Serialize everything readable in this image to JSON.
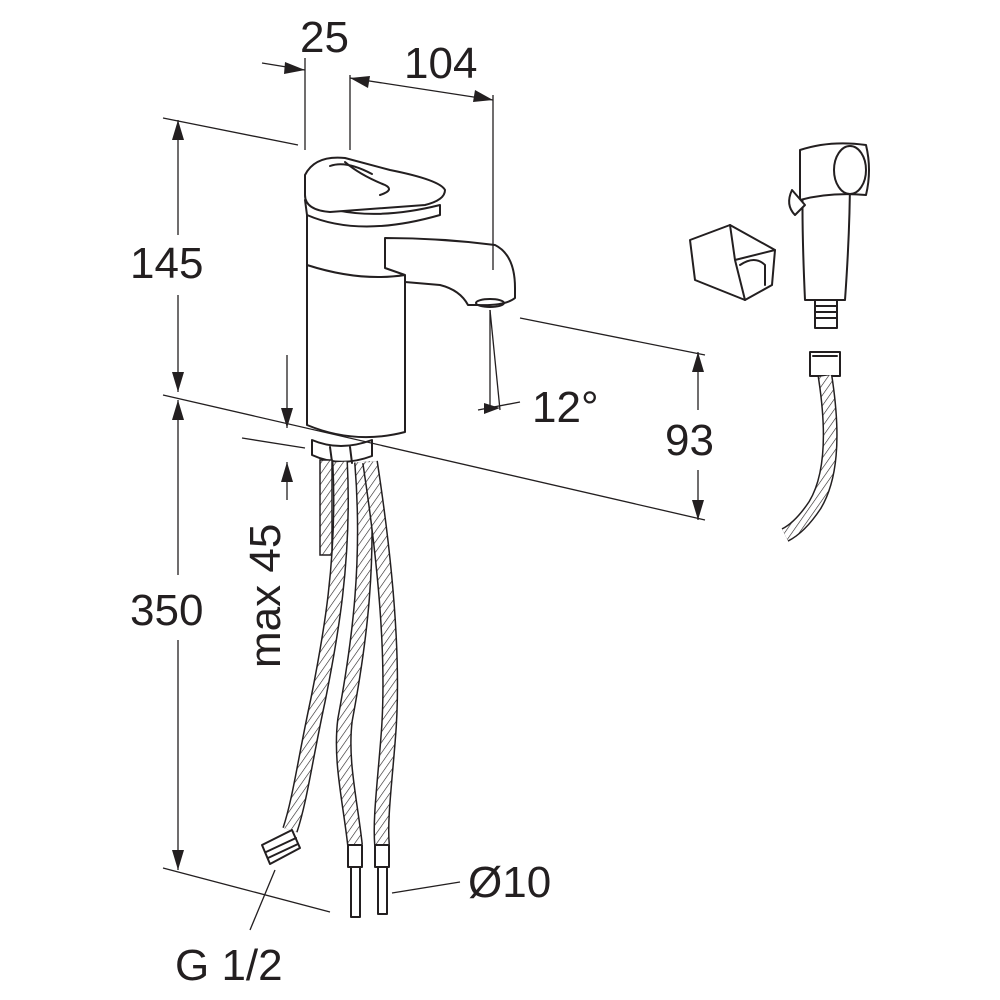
{
  "dimensions": {
    "width_handle": "25",
    "spout_reach": "104",
    "height_body": "145",
    "spout_height": "93",
    "spout_angle": "12°",
    "max_thickness": "max 45",
    "hose_length": "350",
    "connection_thread": "G 1/2",
    "pipe_diameter": "Ø10"
  }
}
